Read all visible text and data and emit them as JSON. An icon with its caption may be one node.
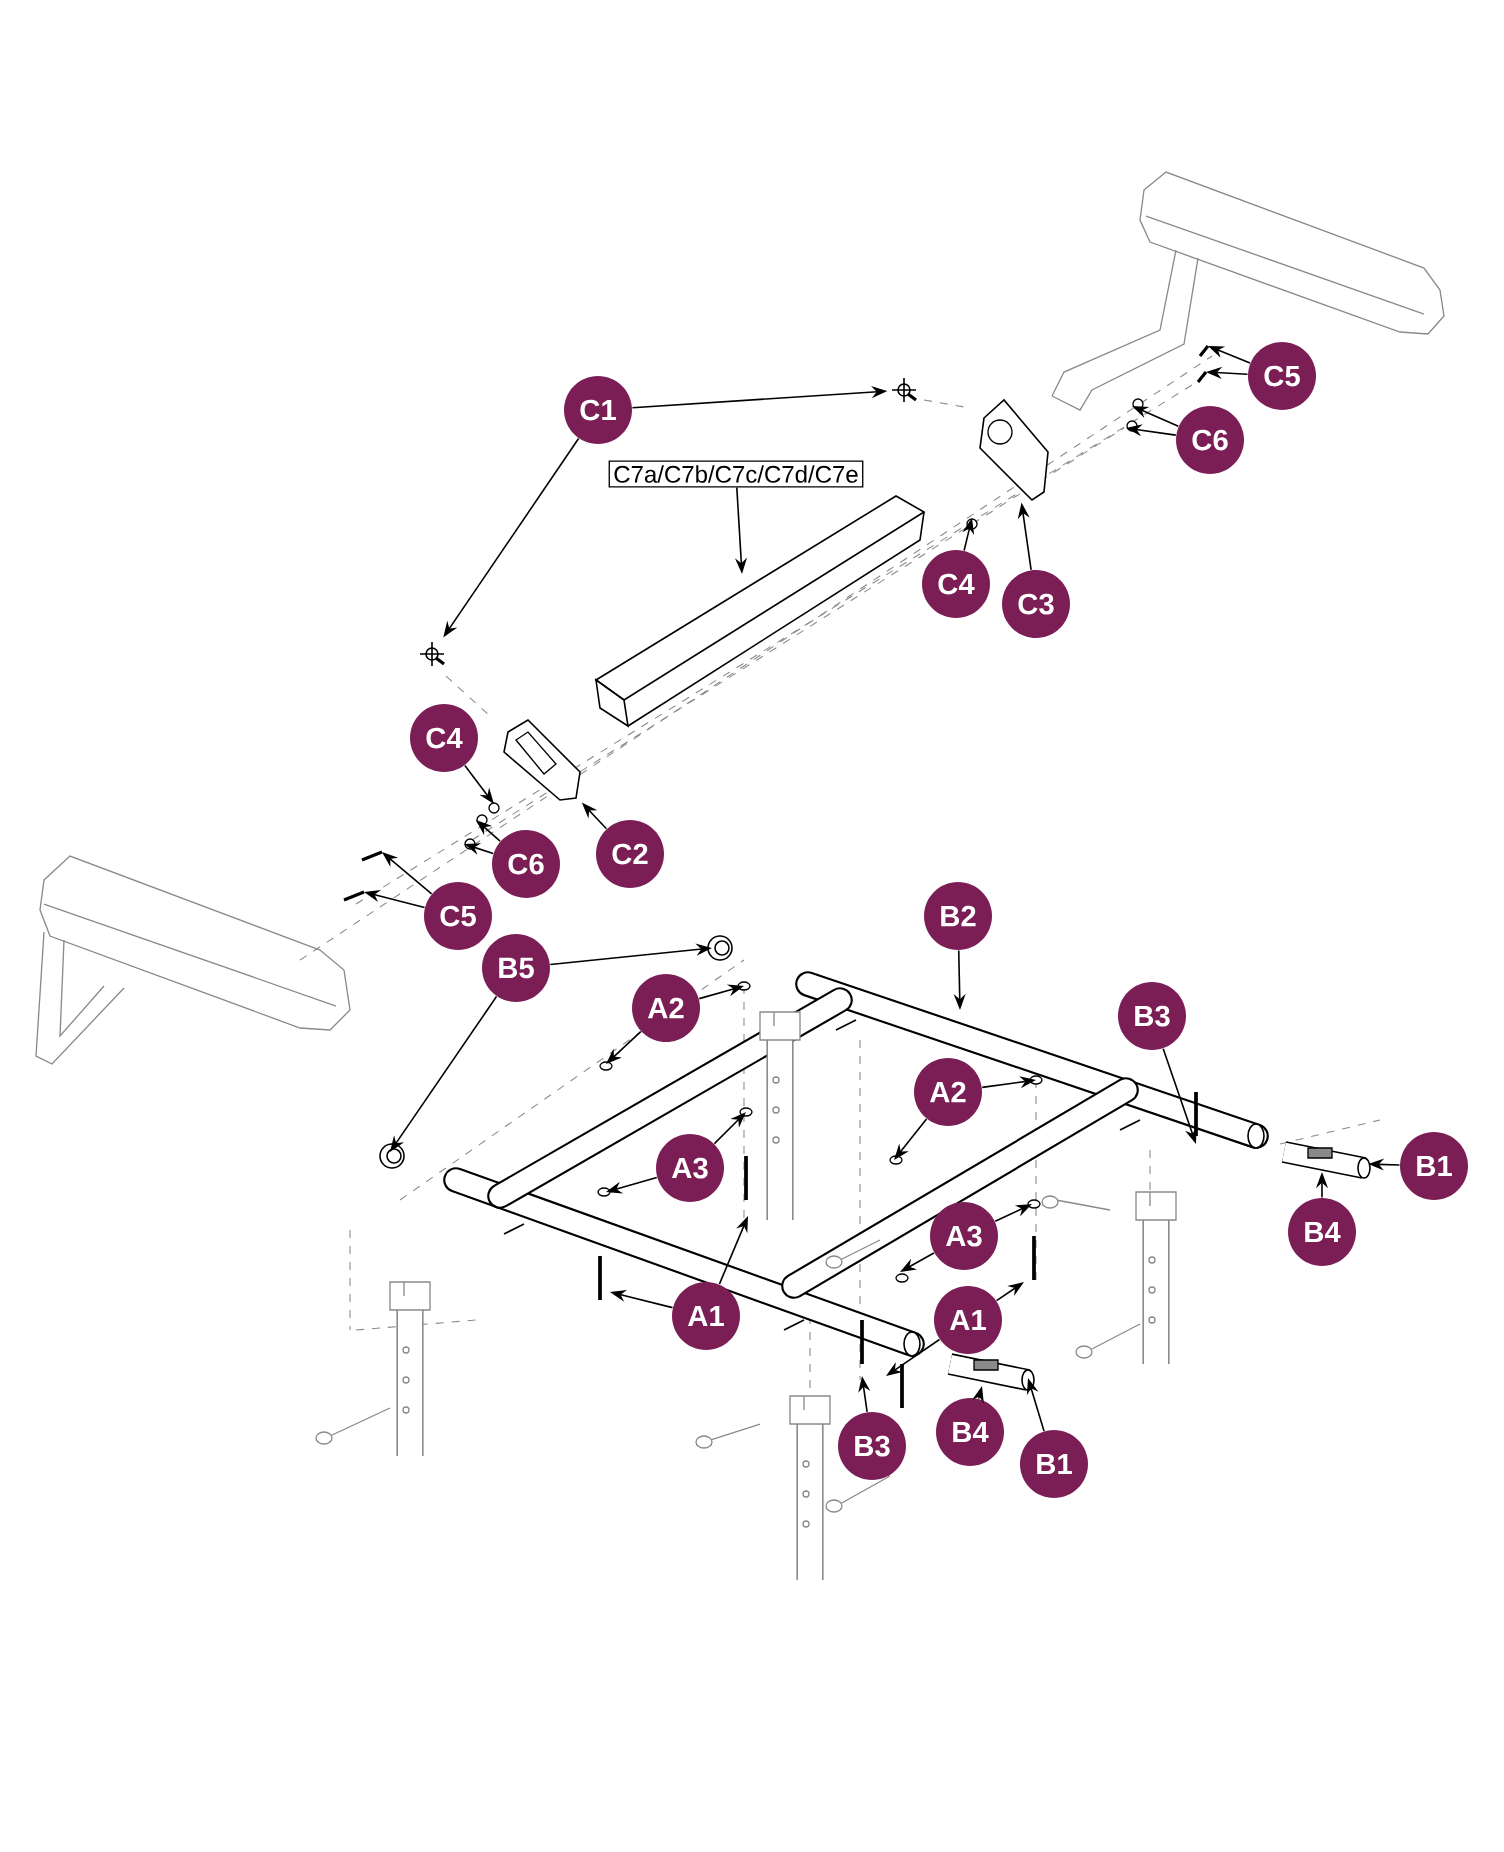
{
  "diagram": {
    "nodes": [
      {
        "text": [
          "C1"
        ]
      },
      {
        "text": [
          "C7a/C7b/C7c/C7d/C7e"
        ]
      },
      {
        "text": [
          "C5"
        ]
      },
      {
        "text": [
          "C6"
        ]
      },
      {
        "text": [
          "C4"
        ]
      },
      {
        "text": [
          "C3"
        ]
      },
      {
        "text": [
          "C4"
        ]
      },
      {
        "text": [
          "C6"
        ]
      },
      {
        "text": [
          "C2"
        ]
      },
      {
        "text": [
          "C5"
        ]
      },
      {
        "text": [
          "B5"
        ]
      },
      {
        "text": [
          "A2"
        ]
      },
      {
        "text": [
          "B2"
        ]
      },
      {
        "text": [
          "B3"
        ]
      },
      {
        "text": [
          "A2"
        ]
      },
      {
        "text": [
          "A3"
        ]
      },
      {
        "text": [
          "A3"
        ]
      },
      {
        "text": [
          "A1"
        ]
      },
      {
        "text": [
          "A1"
        ]
      },
      {
        "text": [
          "B1"
        ]
      },
      {
        "text": [
          "B4"
        ]
      },
      {
        "text": [
          "B3"
        ]
      },
      {
        "text": [
          "B4"
        ]
      },
      {
        "text": [
          "B1"
        ]
      },
      {
        "text": [],
        "shape": "picture"
      },
      {
        "text": [],
        "shape": "picture"
      },
      {
        "text": [],
        "shape": "picture"
      },
      {
        "text": [],
        "shape": "picture"
      },
      {
        "text": [],
        "shape": "picture"
      }
    ],
    "edges": [
      {
        "from": 0,
        "to": 27,
        "arrow": "to"
      },
      {
        "from": 0,
        "to": 24,
        "arrow": "to"
      },
      {
        "from": 1,
        "to": 26,
        "arrow": "to"
      },
      {
        "from": 2,
        "to": null,
        "arrow": "to"
      },
      {
        "from": 2,
        "to": null,
        "arrow": "to"
      },
      {
        "from": 3,
        "to": null,
        "arrow": "to"
      },
      {
        "from": 3,
        "to": null,
        "arrow": "to"
      },
      {
        "from": 4,
        "to": null,
        "arrow": "to"
      },
      {
        "from": 5,
        "to": 28,
        "arrow": "to"
      },
      {
        "from": 6,
        "to": null,
        "arrow": "to"
      },
      {
        "from": 7,
        "to": null,
        "arrow": "to"
      },
      {
        "from": 7,
        "to": null,
        "arrow": "to"
      },
      {
        "from": 8,
        "to": 25,
        "arrow": "to"
      },
      {
        "from": 9,
        "to": null,
        "arrow": "to"
      },
      {
        "from": 9,
        "to": null,
        "arrow": "to"
      },
      {
        "from": 10,
        "to": null,
        "arrow": "to"
      },
      {
        "from": 10,
        "to": null,
        "arrow": "to"
      },
      {
        "from": 11,
        "to": null,
        "arrow": "to"
      },
      {
        "from": 11,
        "to": null,
        "arrow": "to"
      },
      {
        "from": 12,
        "to": null,
        "arrow": "to"
      },
      {
        "from": 13,
        "to": null,
        "arrow": "to"
      },
      {
        "from": 14,
        "to": null,
        "arrow": "to"
      },
      {
        "from": 14,
        "to": null,
        "arrow": "to"
      },
      {
        "from": 15,
        "to": null,
        "arrow": "to"
      },
      {
        "from": 15,
        "to": null,
        "arrow": "to"
      },
      {
        "from": 16,
        "to": null,
        "arrow": "to"
      },
      {
        "from": 16,
        "to": null,
        "arrow": "to"
      },
      {
        "from": 17,
        "to": null,
        "arrow": "to"
      },
      {
        "from": 17,
        "to": null,
        "arrow": "to"
      },
      {
        "from": 18,
        "to": null,
        "arrow": "to"
      },
      {
        "from": 18,
        "to": null,
        "arrow": "to"
      },
      {
        "from": 19,
        "to": null,
        "arrow": "to"
      },
      {
        "from": 20,
        "to": null,
        "arrow": "to"
      },
      {
        "from": 21,
        "to": null,
        "arrow": "to"
      },
      {
        "from": 22,
        "to": null,
        "arrow": "to"
      },
      {
        "from": 23,
        "to": null,
        "arrow": "to"
      }
    ]
  }
}
